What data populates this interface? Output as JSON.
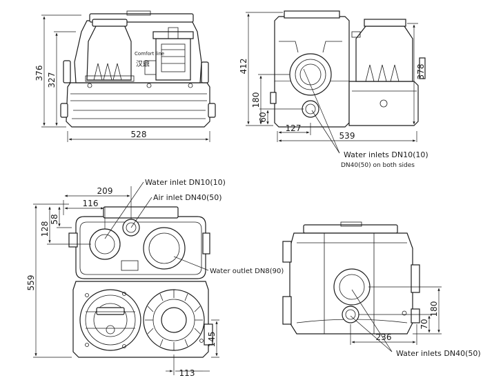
{
  "front_view": {
    "dim_height_total": "376",
    "dim_height_body": "327",
    "dim_width": "528",
    "logo_text": "Comfort line",
    "logo_cn": "汉鼎"
  },
  "side_view": {
    "dim_height_total": "412",
    "dim_height_right": "378",
    "dim_180": "180",
    "dim_60": "60",
    "dim_127": "127",
    "dim_539": "539",
    "label_inlets_1": "Water inlets DN10(10)",
    "label_inlets_2": "DN40(50) on both sides"
  },
  "top_view": {
    "dim_209": "209",
    "dim_116": "116",
    "dim_128": "128",
    "dim_58": "58",
    "dim_559": "559",
    "dim_145": "145",
    "dim_113": "113",
    "label_water_inlet": "Water inlet DN10(10)",
    "label_air_inlet": "Air inlet DN40(50)",
    "label_outlet": "Water outlet DN8(90)"
  },
  "back_view": {
    "dim_180": "180",
    "dim_70": "70",
    "dim_236": "236",
    "label_inlets": "Water inlets DN40(50)"
  }
}
